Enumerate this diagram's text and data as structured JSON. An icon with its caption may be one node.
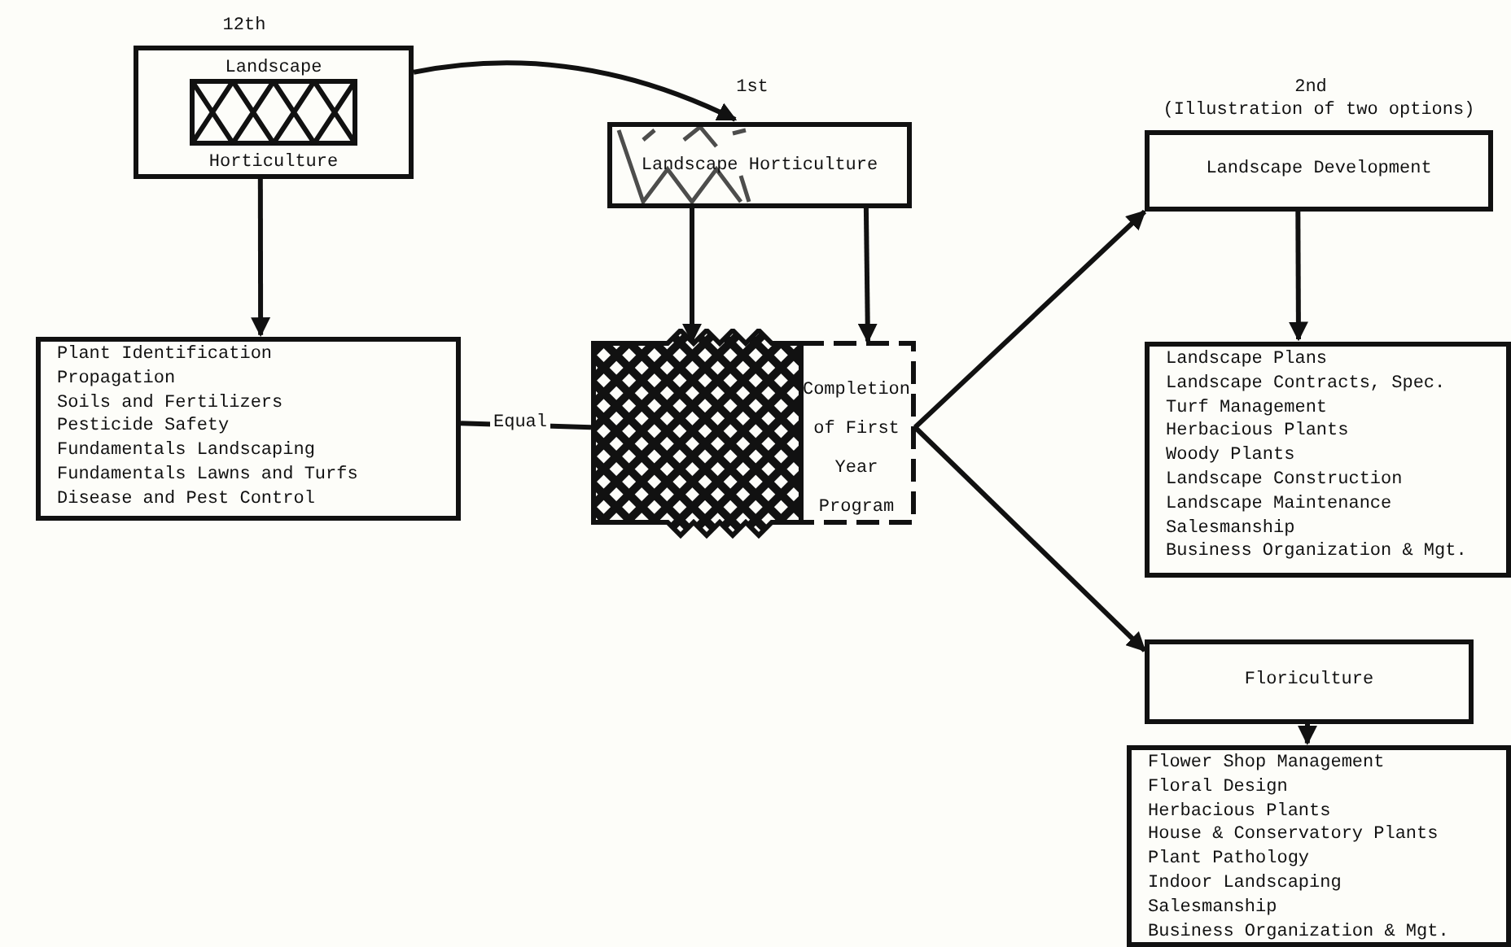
{
  "diagram": {
    "nodes": [
      {
        "text": [
          "Landscape",
          "Horticulture"
        ],
        "beside": [
          "12th"
        ]
      },
      {
        "text": [
          "Landscape Horticulture"
        ],
        "beside": [
          "1st"
        ]
      },
      {
        "text": [
          "Plant Identification",
          "Propagation",
          "Soils and Fertilizers",
          "Pesticide Safety",
          "Fundamentals Landscaping",
          "Fundamentals Lawns and Turfs",
          "Disease and Pest Control"
        ]
      },
      {
        "text": [
          "Completion of First Year Program"
        ]
      },
      {
        "text": [
          "Landscape Development"
        ],
        "beside": [
          "2nd",
          "(Illustration of two options)"
        ]
      },
      {
        "text": [
          "Landscape Plans",
          "Landscape Contracts, Spec.",
          "Turf Management",
          "Herbacious Plants",
          "Woody Plants",
          "Landscape Construction",
          "Landscape Maintenance",
          "Salesmanship",
          "Business Organization & Mgt."
        ]
      },
      {
        "text": [
          "Floriculture"
        ]
      },
      {
        "text": [
          "Flower Shop Management",
          "Floral Design",
          "Herbacious Plants",
          "House & Conservatory Plants",
          "Plant Pathology",
          "Indoor Landscaping",
          "Salesmanship",
          "Business Organization & Mgt."
        ]
      }
    ],
    "edges": [
      {
        "from": 0,
        "to": 1,
        "arrow": "to"
      },
      {
        "from": 0,
        "to": 2,
        "arrow": "to"
      },
      {
        "from": 1,
        "to": 3,
        "arrow": "to"
      },
      {
        "from": 1,
        "to": 3,
        "arrow": "to"
      },
      {
        "from": 2,
        "to": 3,
        "arrow": "none",
        "label": "Equal"
      },
      {
        "from": 3,
        "to": 4,
        "arrow": "to"
      },
      {
        "from": 3,
        "to": 6,
        "arrow": "to"
      },
      {
        "from": 4,
        "to": 5,
        "arrow": "to"
      },
      {
        "from": 6,
        "to": 7,
        "arrow": "to"
      }
    ]
  }
}
